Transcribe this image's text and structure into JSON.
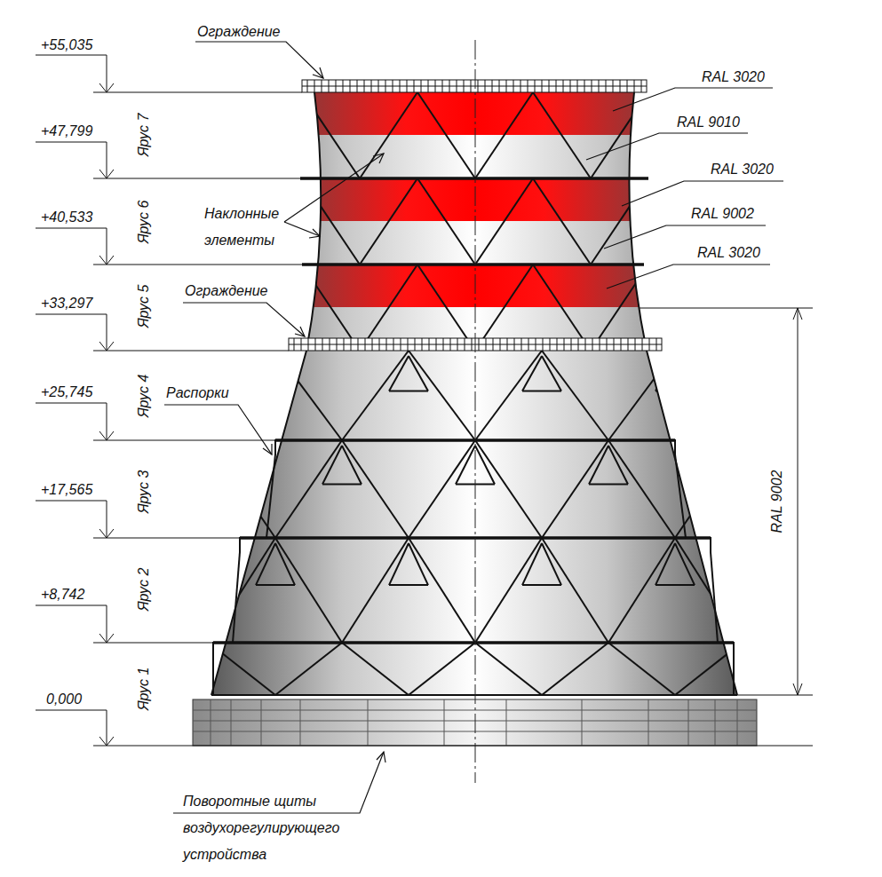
{
  "diagram": {
    "labels": [
      "Ограждение",
      "+55,035",
      "RAL 3020",
      "RAL 9010",
      "+47,799",
      "Ярус 7",
      "RAL 3020",
      "Наклонные элементы",
      "+40,533",
      "Ярус 6",
      "RAL 9002",
      "RAL 3020",
      "Ограждение",
      "+33,297",
      "Ярус 5",
      "RAL 9002",
      "+25,745",
      "Ярус 4",
      "Распорки",
      "+17,565",
      "Ярус 3",
      "+8,742",
      "Ярус 2",
      "0,000",
      "Ярус 1",
      "Поворотные щиты воздухорегулирующего устройства"
    ]
  }
}
